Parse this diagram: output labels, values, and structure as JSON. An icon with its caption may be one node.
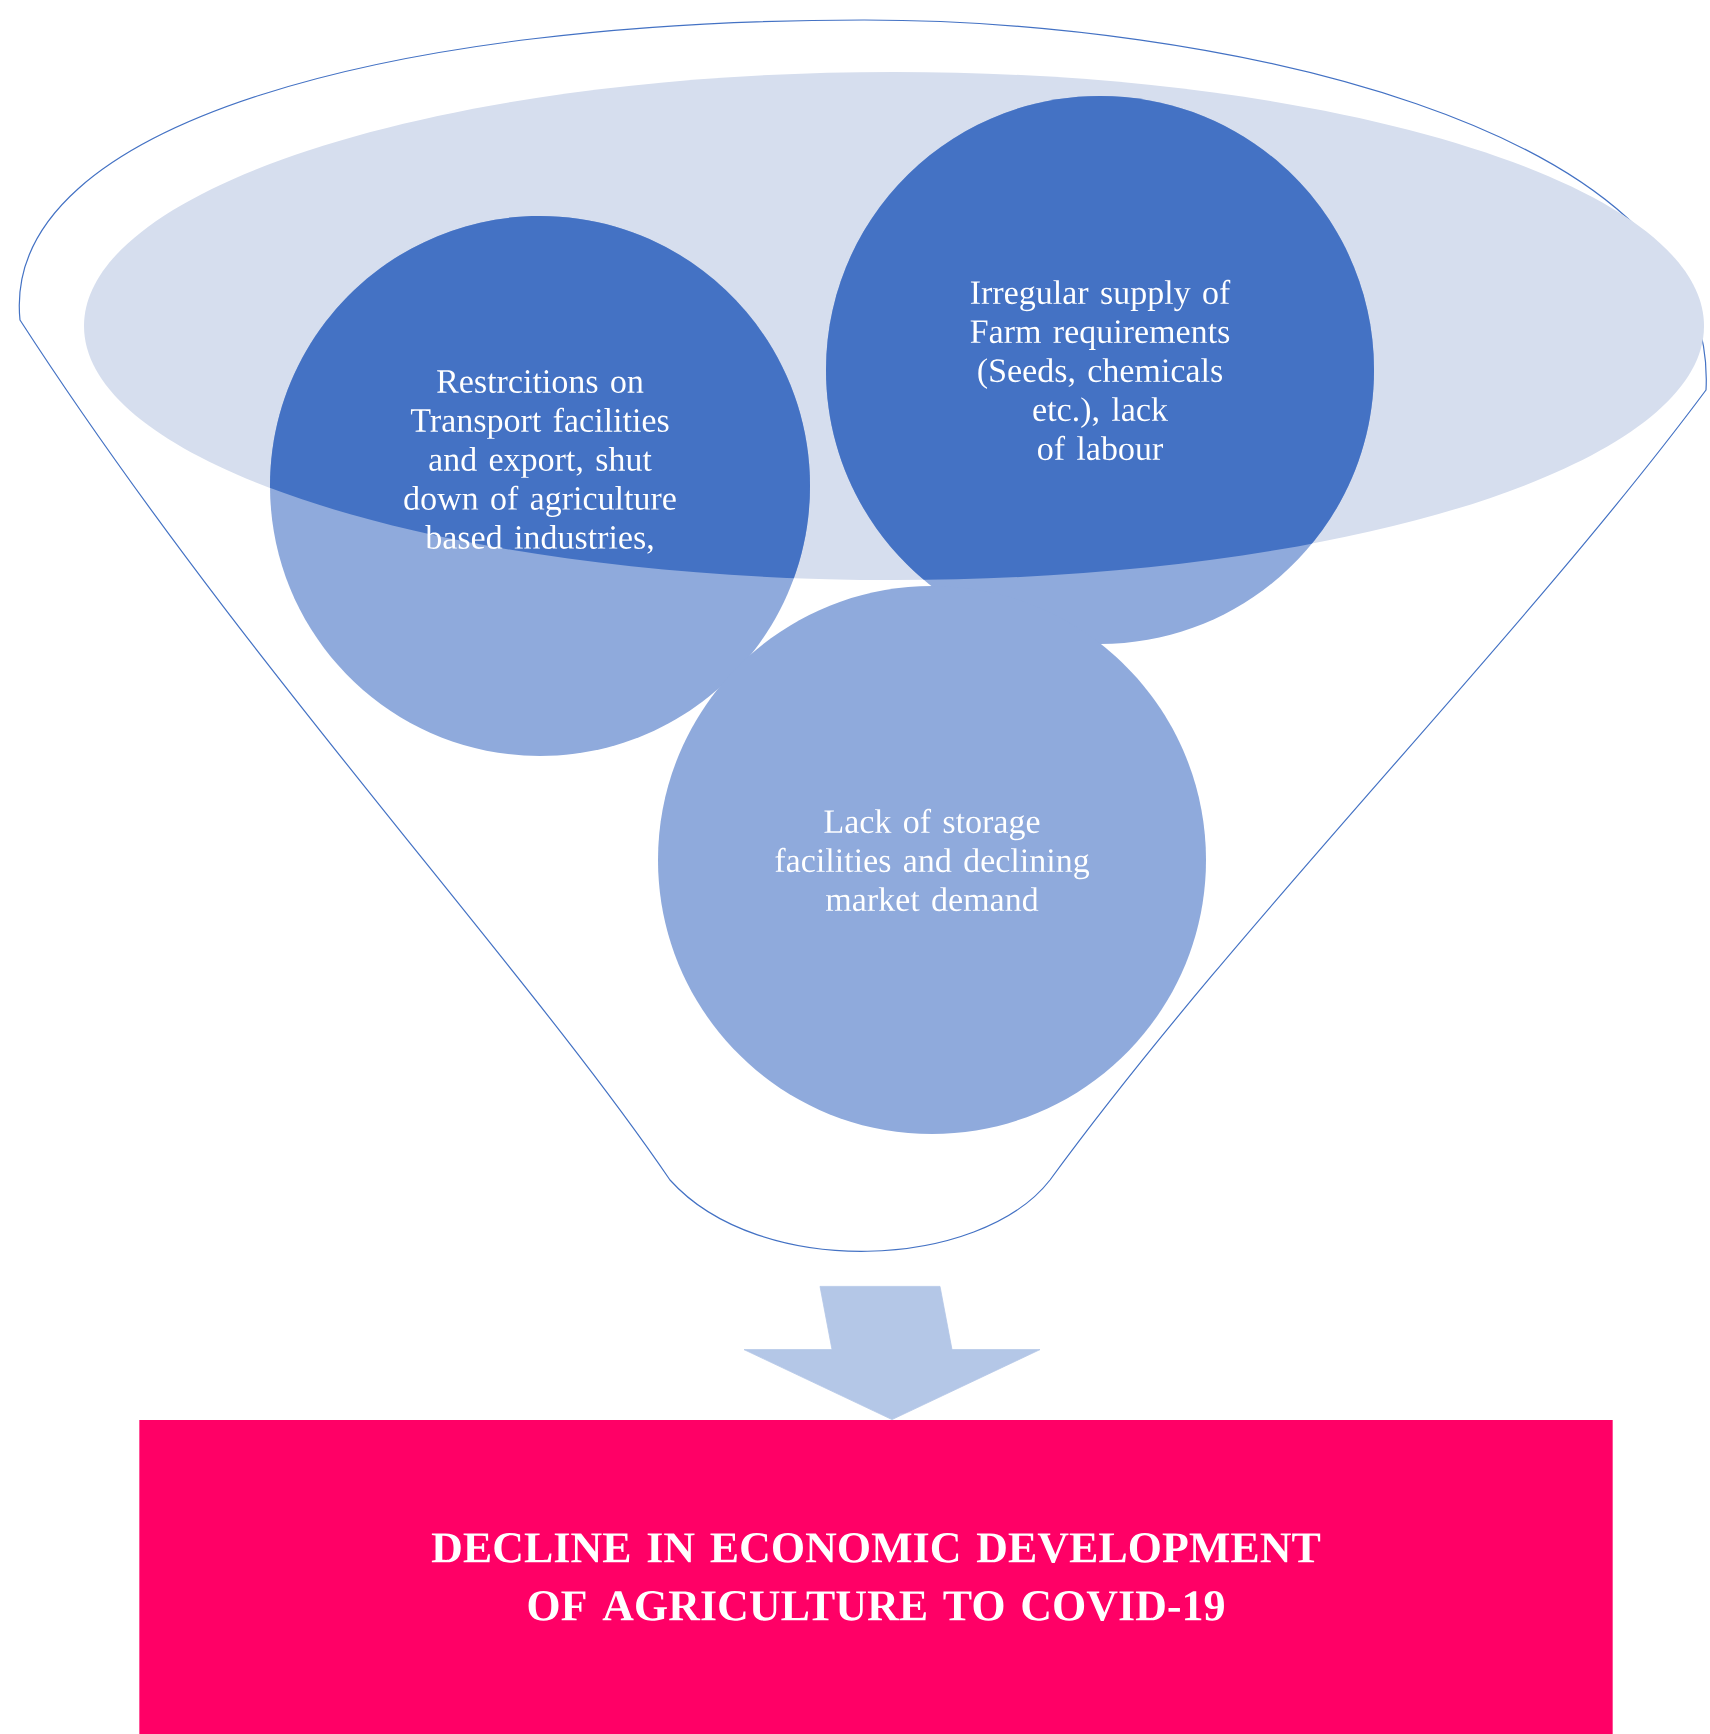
{
  "diagram": {
    "nodes": [
      {
        "text": [],
        "shape": "funnel"
      },
      {
        "text": [
          "Restrcitions on Transport facilities and export, shut down of agriculture based industries,"
        ],
        "in": 0
      },
      {
        "text": [
          "Irregular supply of Farm requirements (Seeds, chemicals etc.), lack of labour"
        ],
        "in": 0
      },
      {
        "text": [
          "Lack of storage facilities and declining market demand"
        ],
        "in": 0
      },
      {
        "text": [
          "DECLINE IN ECONOMIC DEVELOPMENT OF AGRICULTURE TO COVID-19"
        ]
      }
    ],
    "edges": [
      {
        "from": 0,
        "to": 4,
        "arrow": "to"
      }
    ]
  }
}
